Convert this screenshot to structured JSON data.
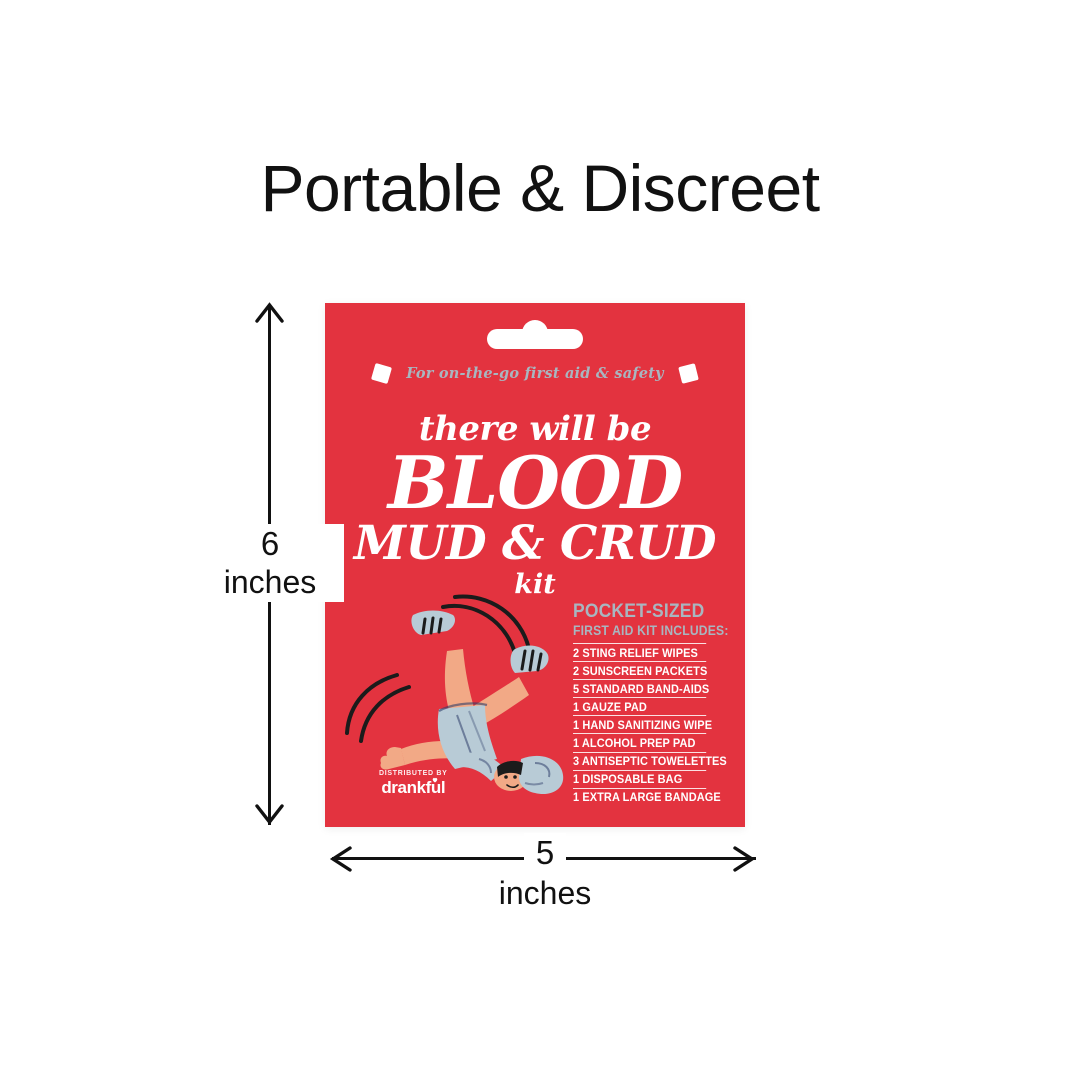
{
  "heading": {
    "title": "Portable & Discreet"
  },
  "package": {
    "color_red": "#E3333F",
    "color_accent_blue_gray": "#A8B6C0",
    "color_text_white": "#FFFFFF",
    "tagline": "For on-the-go first aid & safety",
    "headline": {
      "line1": "there will be",
      "line2": "BLOOD",
      "line3": "MUD & CRUD",
      "line4": "kit"
    },
    "contents": {
      "title": "POCKET-SIZED",
      "subtitle": "FIRST AID KIT INCLUDES:",
      "items": [
        "2 STING RELIEF WIPES",
        "2 SUNSCREEN PACKETS",
        "5 STANDARD BAND-AIDS",
        "1 GAUZE PAD",
        "1 HAND SANITIZING WIPE",
        "1 ALCOHOL PREP PAD",
        "3 ANTISEPTIC TOWELETTES",
        "1 DISPOSABLE BAG",
        "1 EXTRA LARGE BANDAGE"
      ]
    },
    "brand": {
      "kicker": "DISTRIBUTED BY",
      "name": "drankful"
    }
  },
  "dimensions": {
    "height": {
      "value": "6",
      "unit": "inches"
    },
    "width": {
      "value": "5",
      "unit": "inches"
    }
  }
}
